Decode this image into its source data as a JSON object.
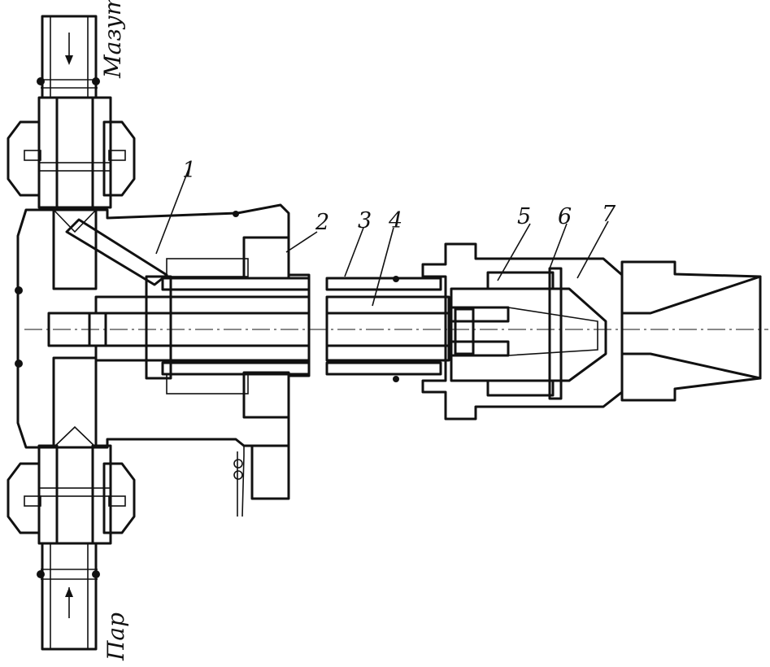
{
  "figure": {
    "fluids": {
      "top": "Мазут",
      "bottom": "Пар"
    },
    "part_labels": [
      "1",
      "2",
      "3",
      "4",
      "5",
      "6",
      "7"
    ]
  }
}
